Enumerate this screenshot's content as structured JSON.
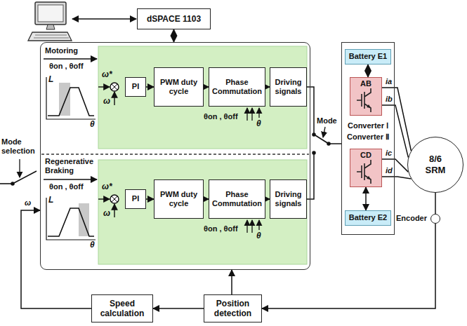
{
  "diagram": {
    "nodes": [
      {
        "text": [
          "dSPACE 1103"
        ]
      },
      {
        "text": [
          "Motoring",
          "Regenerative Braking"
        ]
      },
      {
        "text": [
          "PI"
        ],
        "in": 1
      },
      {
        "text": [
          "PWM duty cycle"
        ],
        "in": 1
      },
      {
        "text": [
          "Phase Commutation"
        ],
        "in": 1
      },
      {
        "text": [
          "Driving signals"
        ],
        "in": 1
      },
      {
        "text": [
          "PI"
        ],
        "in": 1
      },
      {
        "text": [
          "PWM duty cycle"
        ],
        "in": 1
      },
      {
        "text": [
          "Phase Commutation"
        ],
        "in": 1
      },
      {
        "text": [
          "Driving signals"
        ],
        "in": 1
      },
      {
        "text": [
          "Converter Ⅰ",
          "Converter Ⅱ"
        ]
      },
      {
        "text": [
          "Battery E1"
        ],
        "in": 10
      },
      {
        "text": [
          "AB"
        ],
        "in": 10
      },
      {
        "text": [
          "CD"
        ],
        "in": 10
      },
      {
        "text": [
          "Battery E2"
        ],
        "in": 10
      },
      {
        "text": [
          "8/6 SRM"
        ]
      },
      {
        "text": [
          "Encoder"
        ]
      },
      {
        "text": [
          "Speed calculation"
        ]
      },
      {
        "text": [
          "Position detection"
        ]
      }
    ],
    "edges": [
      {
        "from": 0,
        "to": 1,
        "arrow": "both"
      },
      {
        "from": 2,
        "to": 3,
        "arrow": "to"
      },
      {
        "from": 3,
        "to": 4,
        "arrow": "to"
      },
      {
        "from": 4,
        "to": 5,
        "arrow": "to"
      },
      {
        "from": 6,
        "to": 7,
        "arrow": "to"
      },
      {
        "from": 7,
        "to": 8,
        "arrow": "to"
      },
      {
        "from": 8,
        "to": 9,
        "arrow": "to"
      },
      {
        "from": 11,
        "to": 12,
        "arrow": "both"
      },
      {
        "from": 13,
        "to": 14,
        "arrow": "both"
      },
      {
        "from": 12,
        "to": 15,
        "label": "ia",
        "arrow": "none"
      },
      {
        "from": 12,
        "to": 15,
        "label": "ib",
        "arrow": "none"
      },
      {
        "from": 13,
        "to": 15,
        "label": "ic",
        "arrow": "none"
      },
      {
        "from": 13,
        "to": 15,
        "label": "id",
        "arrow": "none"
      },
      {
        "from": 15,
        "to": 16,
        "arrow": "none"
      },
      {
        "from": 16,
        "to": 18,
        "arrow": "to"
      },
      {
        "from": 18,
        "to": 17,
        "arrow": "to"
      },
      {
        "from": 18,
        "to": 1,
        "arrow": "to"
      },
      {
        "from": 17,
        "to": 1,
        "label": "ω",
        "arrow": "to"
      }
    ],
    "labels": [
      "θon , θoff",
      "L",
      "θ",
      "ω*",
      "ω",
      "θon , θoff",
      "θ",
      "θon , θoff",
      "L",
      "θ",
      "ω*",
      "ω",
      "θon , θoff",
      "θ",
      "Mode selection",
      "Mode"
    ]
  }
}
